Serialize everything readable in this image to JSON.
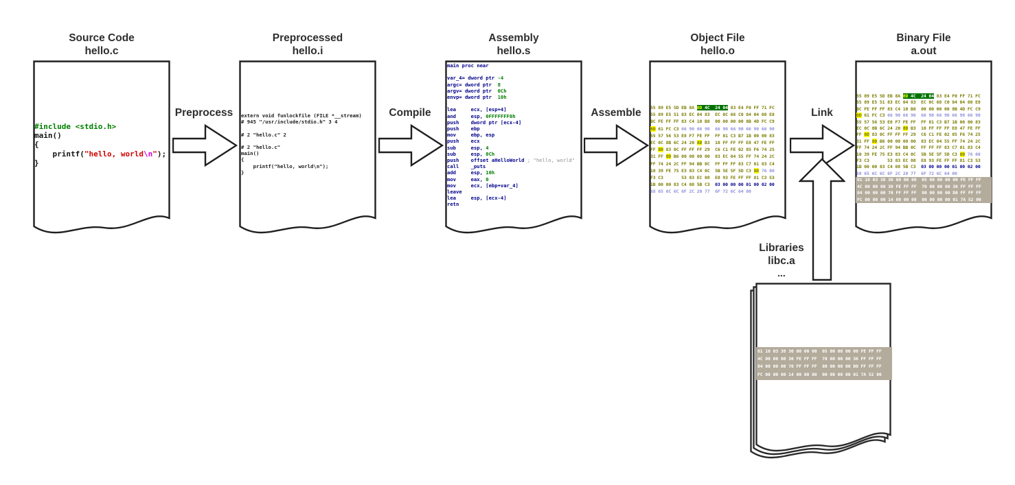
{
  "stations": [
    {
      "title1": "Source Code",
      "title2": "hello.c",
      "lines": [
        [
          [
            "#include <stdio.h>",
            "g"
          ]
        ],
        [
          [
            "main()",
            "k"
          ]
        ],
        [
          [
            "{",
            "k"
          ]
        ],
        [
          [
            "    printf(",
            "k"
          ],
          [
            "\"hello, world",
            "r"
          ],
          [
            "\\n",
            "m"
          ],
          [
            "\"",
            "r"
          ],
          [
            ");",
            "k"
          ]
        ],
        [
          [
            "}",
            "k"
          ]
        ]
      ]
    },
    {
      "title1": "Preprocessed",
      "title2": "hello.i",
      "lines": [
        "extern void funlockfile (FILE *__stream)",
        "# 945 \"/usr/include/stdio.h\" 3 4",
        " ",
        "# 2 \"hello.c\" 2",
        " ",
        "# 2 \"hello.c\"",
        "main()",
        "{",
        "    printf(\"hello, world\\n\");",
        "}"
      ]
    },
    {
      "title1": "Assembly",
      "title2": "hello.s",
      "lines": [
        [
          [
            "main proc near",
            "nb"
          ]
        ],
        " ",
        [
          [
            "var_4= dword ptr ",
            "nb"
          ],
          [
            "-4",
            "num"
          ]
        ],
        [
          [
            "argc= dword ptr  ",
            "nb"
          ],
          [
            "8",
            "num"
          ]
        ],
        [
          [
            "argv= dword ptr  ",
            "nb"
          ],
          [
            "0Ch",
            "num"
          ]
        ],
        [
          [
            "envp= dword ptr  ",
            "nb"
          ],
          [
            "10h",
            "num"
          ]
        ],
        " ",
        [
          [
            "lea     ecx, [esp+4]",
            "nb"
          ]
        ],
        [
          [
            "and     esp, ",
            "nb"
          ],
          [
            "0FFFFFFF0h",
            "num"
          ]
        ],
        [
          [
            "push    dword ptr [ecx-4]",
            "nb"
          ]
        ],
        [
          [
            "push    ebp",
            "nb"
          ]
        ],
        [
          [
            "mov     ebp, esp",
            "nb"
          ]
        ],
        [
          [
            "push    ecx",
            "nb"
          ]
        ],
        [
          [
            "sub     esp, ",
            "nb"
          ],
          [
            "4",
            "num"
          ]
        ],
        [
          [
            "sub     esp, ",
            "nb"
          ],
          [
            "0Ch",
            "num"
          ]
        ],
        [
          [
            "push    offset aHelloWorld",
            "nb"
          ],
          [
            " ; \"hello, world\"",
            "cm"
          ]
        ],
        [
          [
            "call    _puts",
            "nb"
          ]
        ],
        [
          [
            "add     esp, ",
            "nb"
          ],
          [
            "10h",
            "num"
          ]
        ],
        [
          [
            "mov     eax, ",
            "nb"
          ],
          [
            "0",
            "num"
          ]
        ],
        [
          [
            "mov     ecx, [ebp+var_4]",
            "nb"
          ]
        ],
        [
          [
            "leave",
            "nb"
          ]
        ],
        [
          [
            "lea     esp, [ecx-4]",
            "nb"
          ]
        ],
        [
          [
            "retn",
            "nb"
          ]
        ]
      ]
    },
    {
      "title1": "Object File",
      "title2": "hello.o",
      "hex": [
        [
          [
            "55 89 E5 5D EB 8A ",
            "o"
          ],
          [
            "8D",
            "ggy"
          ],
          [
            " 4C  24 04",
            "gg"
          ],
          [
            " 83 E4 F0 FF 71 FC",
            "o"
          ]
        ],
        [
          [
            "55 89 E5 51 83 EC 04 83  EC 0C 68 C0 84 04 08 E8",
            "o"
          ]
        ],
        [
          [
            "BC FE FF FF 83 C4 10 B8  00 00 00 00 8B 4D FC C9",
            "o"
          ]
        ],
        [
          [
            "8D",
            "gy"
          ],
          [
            " 61 FC C3 ",
            "o"
          ],
          [
            "66 90 66 90  66 90 66 90 66 90 66 90",
            "p"
          ]
        ],
        [
          [
            "55 57 56 53 E8 F7 FE FF  FF 81 C3 B7 1B 00 00 83",
            "o"
          ]
        ],
        [
          [
            "EC 0C 8B 6C 24 20 ",
            "o"
          ],
          [
            "8D",
            "gy"
          ],
          [
            " B3  10 FF FF FF E8 47 FE FF",
            "o"
          ]
        ],
        [
          [
            "FF ",
            "o"
          ],
          [
            "8D",
            "gy"
          ],
          [
            " 83 0C FF FF FF 29  C6 C1 FE 02 85 F6 74 25",
            "o"
          ]
        ],
        [
          [
            "31 FF ",
            "o"
          ],
          [
            "8D",
            "gy"
          ],
          [
            " B6 00 00 00 00  83 EC 04 55 FF 74 24 2C",
            "o"
          ]
        ],
        [
          [
            "FF 74 24 2C FF 94 BB 0C  FF FF FF 83 C7 01 83 C4",
            "o"
          ]
        ],
        [
          [
            "10 39 FE 75 E3 83 C4 0C  5B 5E 5F 5D C3 ",
            "o"
          ],
          [
            "8D",
            "gy"
          ],
          [
            " ",
            "o"
          ],
          [
            "76 00",
            "p"
          ]
        ],
        [
          [
            "F3 C3       53 83 EC 08  E8 93 FE FF FF 81 C3 53",
            "o"
          ]
        ],
        [
          [
            "1B 00 00 83 C4 08 5B C3  ",
            "o"
          ],
          [
            "03 00 00 00 01 00 02 00",
            "n"
          ]
        ],
        [
          [
            "68 65 6C 6C 6F 2C 20 77  6F 72 6C 64 00",
            "p"
          ]
        ]
      ]
    },
    {
      "title1": "Binary File",
      "title2": "a.out",
      "hex": [
        [
          [
            "55 89 E5 5D EB 8A ",
            "o"
          ],
          [
            "8D",
            "ggy"
          ],
          [
            " 4C  24 04",
            "gg"
          ],
          [
            " 83 E4 F0 FF 71 FC",
            "o"
          ]
        ],
        [
          [
            "55 89 E5 51 83 EC 04 83  EC 0C 68 C0 84 04 08 E8",
            "o"
          ]
        ],
        [
          [
            "BC FE FF FF 83 C4 10 B8  00 00 00 00 8B 4D FC C9",
            "o"
          ]
        ],
        [
          [
            "8D",
            "gy"
          ],
          [
            " 61 FC C3 ",
            "o"
          ],
          [
            "66 90 66 90  66 90 66 90 66 90 66 90",
            "p"
          ]
        ],
        [
          [
            "55 57 56 53 E8 F7 FE FF  FF 81 C3 B7 1B 00 00 83",
            "o"
          ]
        ],
        [
          [
            "EC 0C 8B 6C 24 20 ",
            "o"
          ],
          [
            "8D",
            "gy"
          ],
          [
            " B3  10 FF FF FF E8 47 FE FF",
            "o"
          ]
        ],
        [
          [
            "FF ",
            "o"
          ],
          [
            "8D",
            "gy"
          ],
          [
            " 83 0C FF FF FF 29  C6 C1 FE 02 85 F6 74 25",
            "o"
          ]
        ],
        [
          [
            "31 FF ",
            "o"
          ],
          [
            "8D",
            "gy"
          ],
          [
            " B6 00 00 00 00  83 EC 04 55 FF 74 24 2C",
            "o"
          ]
        ],
        [
          [
            "FF 74 24 2C FF 94 BB 0C  FF FF FF 83 C7 01 83 C4",
            "o"
          ]
        ],
        [
          [
            "10 39 FE 75 E3 83 C4 0C  5B 5E 5F 5D C3 ",
            "o"
          ],
          [
            "8D",
            "gy"
          ],
          [
            " ",
            "o"
          ],
          [
            "76 00",
            "p"
          ]
        ],
        [
          [
            "F3 C3       53 83 EC 08  E8 93 FE FF FF 81 C3 53",
            "o"
          ]
        ],
        [
          [
            "1B 00 00 83 C4 08 5B C3  ",
            "o"
          ],
          [
            "03 00 00 00 01 00 02 00",
            "n"
          ]
        ],
        [
          [
            "68 65 6C 6C 6F 2C 20 77  6F 72 6C 64 00",
            "p"
          ]
        ]
      ]
    }
  ],
  "arrows": [
    {
      "label": "Preprocess"
    },
    {
      "label": "Compile"
    },
    {
      "label": "Assemble"
    },
    {
      "label": "Link"
    }
  ],
  "libraries": {
    "title1": "Libraries",
    "title2": "libc.a",
    "dots": "..."
  },
  "lib_hex": [
    "01 10 03 38 30 00 00 00  05 00 00 00 00 FE FF FF",
    "4C 00 00 00 30 FE FF FF  70 00 00 00 36 FF FF FF",
    "84 00 00 00 70 FF FF FF  80 00 00 00 D0 FF FF FF",
    "FC 00 00 00 14 00 00 00  00 00 00 00 01 7A 52 00"
  ],
  "colors": {
    "hex_base": "#7c7c00",
    "hex_nop_and_ascii": "#9191dd",
    "hex_navy": "#00008b",
    "lea_byte_highlight_bg": "#ffff00",
    "insn_highlight_bg": "#007200",
    "lib_block_bg": "#b3ab9b",
    "doc_outline": "#1f1f1f",
    "string_red": "#d10000",
    "escape_magenta": "#d100d1",
    "include_green": "#008000"
  }
}
